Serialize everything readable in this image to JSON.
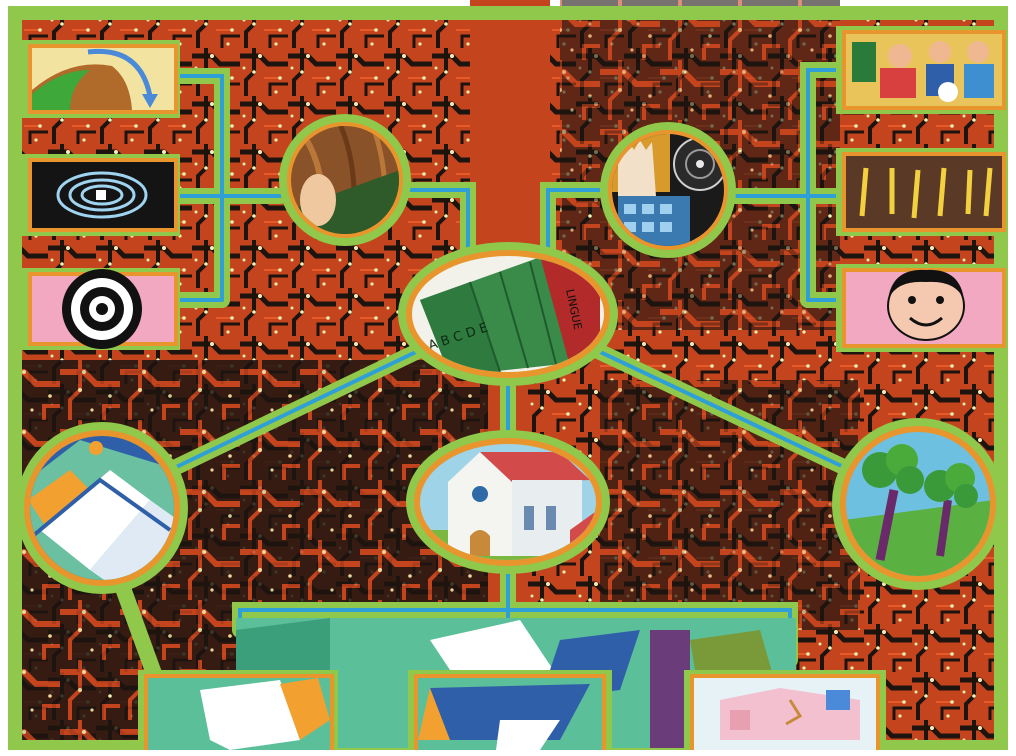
{
  "artwork": {
    "kind": "collage illustration",
    "subject": "picture panels linked by green and blue paths over a printed circuit board",
    "colors": {
      "background": "#c4441e",
      "circuit_dark": "#1d1410",
      "trace": "#e85a2c",
      "frame_green": "#8fc84a",
      "frame_orange": "#e8952e",
      "path_blue": "#2f9fd8",
      "node_yellow": "#f4f0b0"
    }
  },
  "panels": {
    "top_left": [
      {
        "id": "hill-arrow",
        "icon": "hill-with-curved-arrow"
      },
      {
        "id": "swirl",
        "icon": "blue-swirl-pattern"
      },
      {
        "id": "target",
        "icon": "black-white-target"
      }
    ],
    "top_right": [
      {
        "id": "children",
        "icon": "children-playing"
      },
      {
        "id": "sticks",
        "icon": "yellow-sticks"
      },
      {
        "id": "face",
        "icon": "smiling-face"
      }
    ],
    "circles": [
      {
        "id": "wood-hand",
        "icon": "hand-on-wood"
      },
      {
        "id": "hand-records",
        "icon": "hand-and-disc"
      },
      {
        "id": "books",
        "icon": "green-books",
        "label": "A B C D E",
        "spine_text": "LINGUE"
      },
      {
        "id": "church",
        "icon": "white-church"
      },
      {
        "id": "city-map",
        "icon": "city-map"
      },
      {
        "id": "trees",
        "icon": "trees-on-grass"
      }
    ],
    "bottom": [
      {
        "id": "building-plan-1",
        "icon": "building-drawing"
      },
      {
        "id": "building-plan-2",
        "icon": "house-roof"
      },
      {
        "id": "pink-house",
        "icon": "pink-house"
      }
    ]
  }
}
